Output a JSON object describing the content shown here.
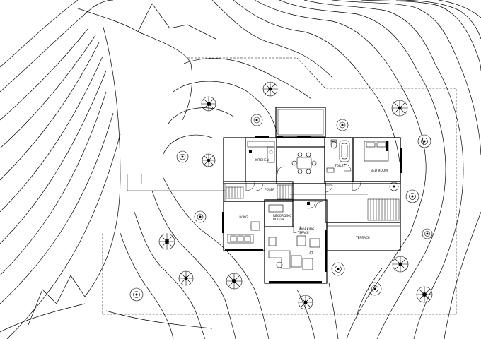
{
  "plan": {
    "rooms": {
      "kitchen": "KITCHEN",
      "toilet": "TOILET",
      "bed_room": "BED ROOM",
      "foyer": "FOYER",
      "living": "LIVING",
      "recording_booth": "RECORDING BOOTH",
      "working_space": "WORKING SPACE",
      "terrace": "TERRACE"
    },
    "icons": [
      "tree-icon",
      "shrub-icon",
      "door-swing-icon",
      "staircase-icon",
      "bed-icon",
      "sofa-icon",
      "dining-table-icon",
      "bathtub-icon",
      "wc-icon"
    ]
  }
}
